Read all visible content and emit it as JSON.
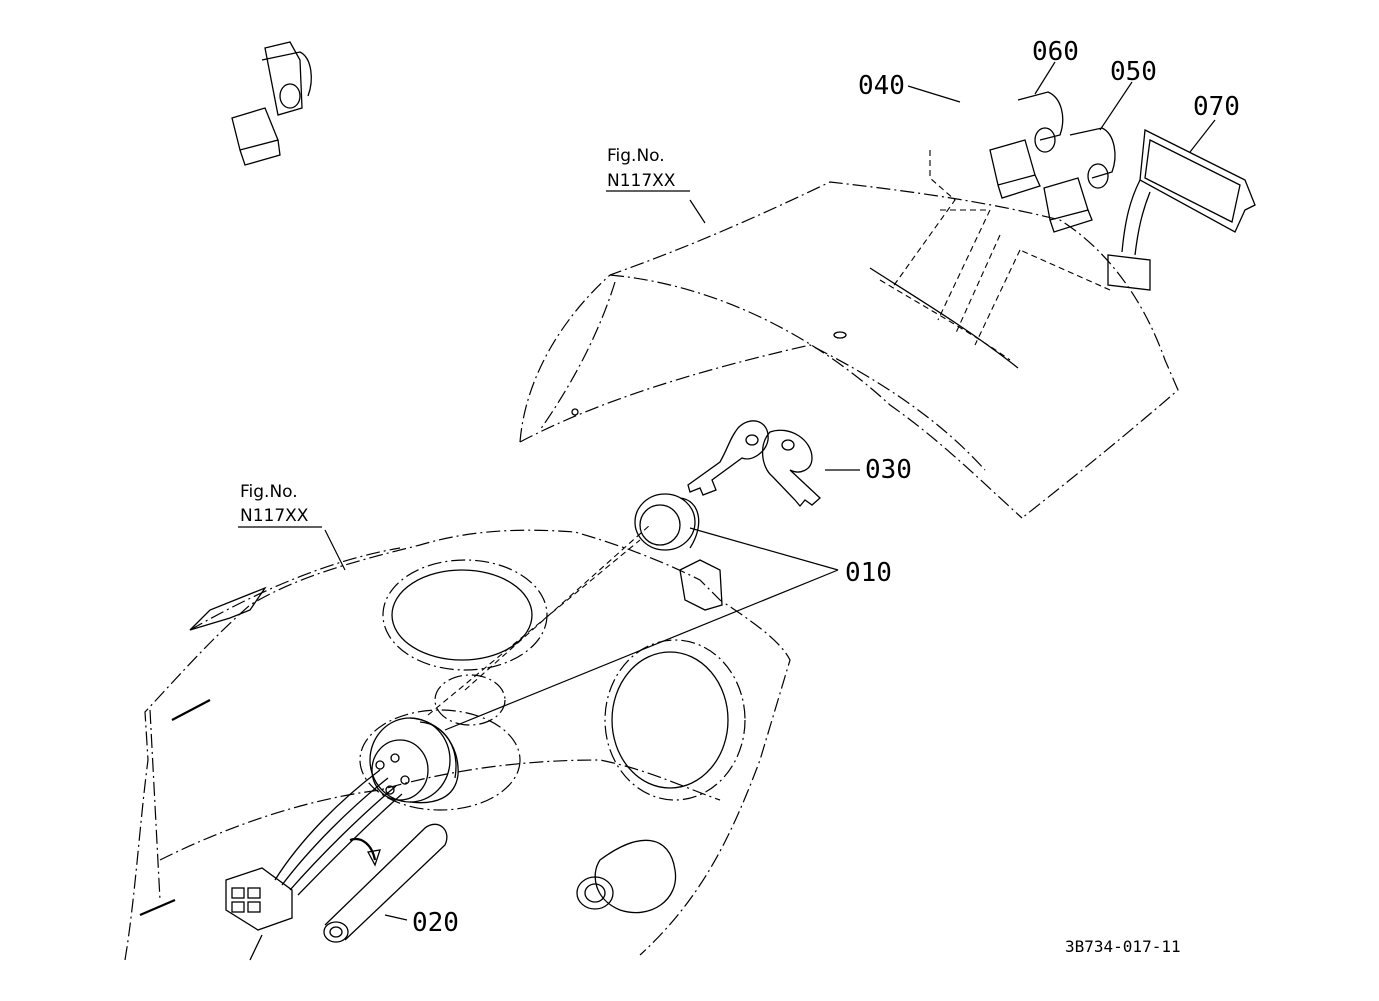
{
  "figure_refs": [
    {
      "line1": "Fig.No.",
      "line2": "N117XX"
    },
    {
      "line1": "Fig.No.",
      "line2": "N117XX"
    }
  ],
  "callouts": {
    "p010": "010",
    "p020": "020",
    "p030": "030",
    "p040": "040",
    "p050": "050",
    "p060": "060",
    "p070": "070"
  },
  "drawing_code": "3B734-017-11"
}
